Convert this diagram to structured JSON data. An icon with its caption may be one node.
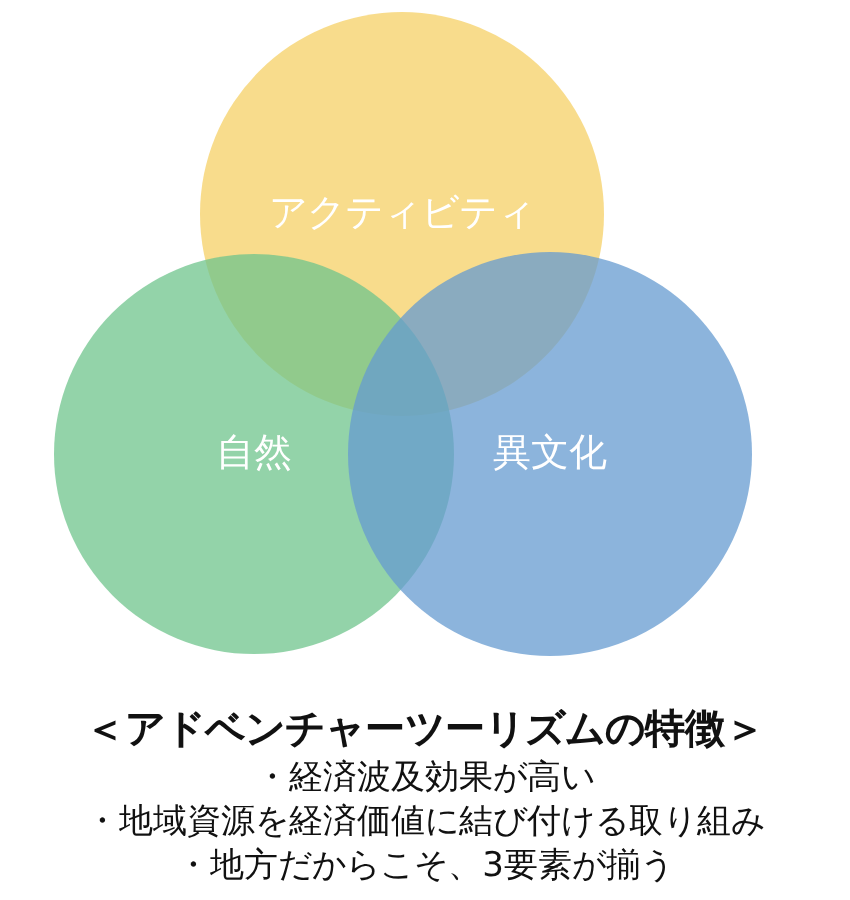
{
  "diagram": {
    "title": "＜アドベンチャーツーリズムの特徴＞",
    "nodes": [
      {
        "text": [
          "アクティビティ"
        ]
      },
      {
        "text": [
          "自然"
        ]
      },
      {
        "text": [
          "異文化"
        ]
      }
    ],
    "labels": [
      "・経済波及効果が高い",
      "・地域資源を経済価値に結び付ける取り組み",
      "・地方だからこそ、3要素が揃う"
    ]
  }
}
